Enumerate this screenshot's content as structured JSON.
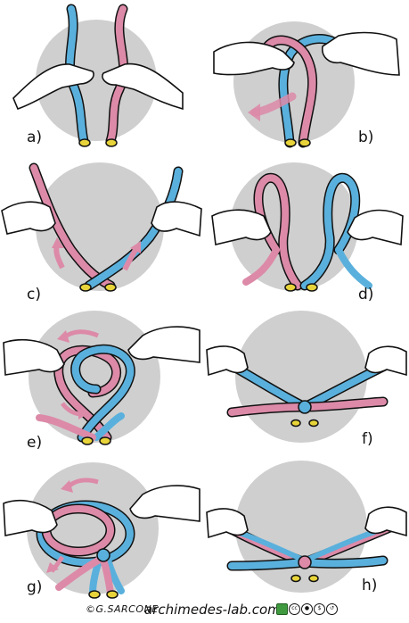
{
  "steps": [
    "a)",
    "b)",
    "c)",
    "d)",
    "e)",
    "f)",
    "g)",
    "h)"
  ],
  "footer": {
    "signature": "©G.SARCONE",
    "site": "archimedes-lab.com"
  },
  "icons": [
    "archimedes-lab-logo-icon",
    "cc-license-icon",
    "by-attribution-icon",
    "non-commercial-icon",
    "share-alike-icon"
  ],
  "colors": {
    "lace_blue": "#5ab0dc",
    "lace_pink": "#dc8aa8",
    "disc_gray": "#cfcfcf",
    "eyelet_yellow": "#e8d43a",
    "outline": "#111111"
  }
}
